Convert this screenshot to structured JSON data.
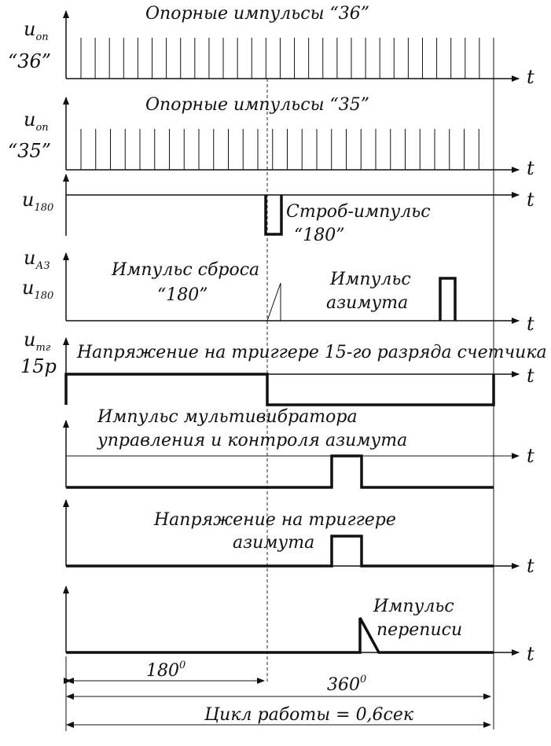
{
  "axis_label": "t",
  "channels": {
    "ref36": {
      "label_main": "u",
      "label_sub": "оп",
      "label_name": "“36”",
      "title": "Опорные импульсы “36”"
    },
    "ref35": {
      "label_main": "u",
      "label_sub": "оп",
      "label_name": "“35”",
      "title": "Опорные импульсы “35”"
    },
    "strobe": {
      "label_main": "u",
      "label_sub": "180",
      "title_line1": "Строб-импульс",
      "title_line2": "“180”"
    },
    "azimuth": {
      "label1_main": "u",
      "label1_sub": "АЗ",
      "label2_main": "u",
      "label2_sub": "180",
      "reset_line1": "Импульс сброса",
      "reset_line2": "“180”",
      "az_line1": "Импульс",
      "az_line2": "азимута"
    },
    "trigger15": {
      "label_main": "u",
      "label_sub": "тг",
      "label_name": "15р",
      "title": "Напряжение на триггере 15-го разряда счетчика"
    },
    "multivib": {
      "title_line1": "Импульс мультивибратора",
      "title_line2": "управления и контроля азимута"
    },
    "aztrigger": {
      "title_line1": "Напряжение на триггере",
      "title_line2": "азимута"
    },
    "rewrite": {
      "title_line1": "Импульс",
      "title_line2": "переписи"
    }
  },
  "dimensions": {
    "d180": {
      "value": "180",
      "sup": "0"
    },
    "d360": {
      "value": "360",
      "sup": "0"
    },
    "cycle": {
      "label": "Цикл работы = 0,6сек"
    }
  }
}
